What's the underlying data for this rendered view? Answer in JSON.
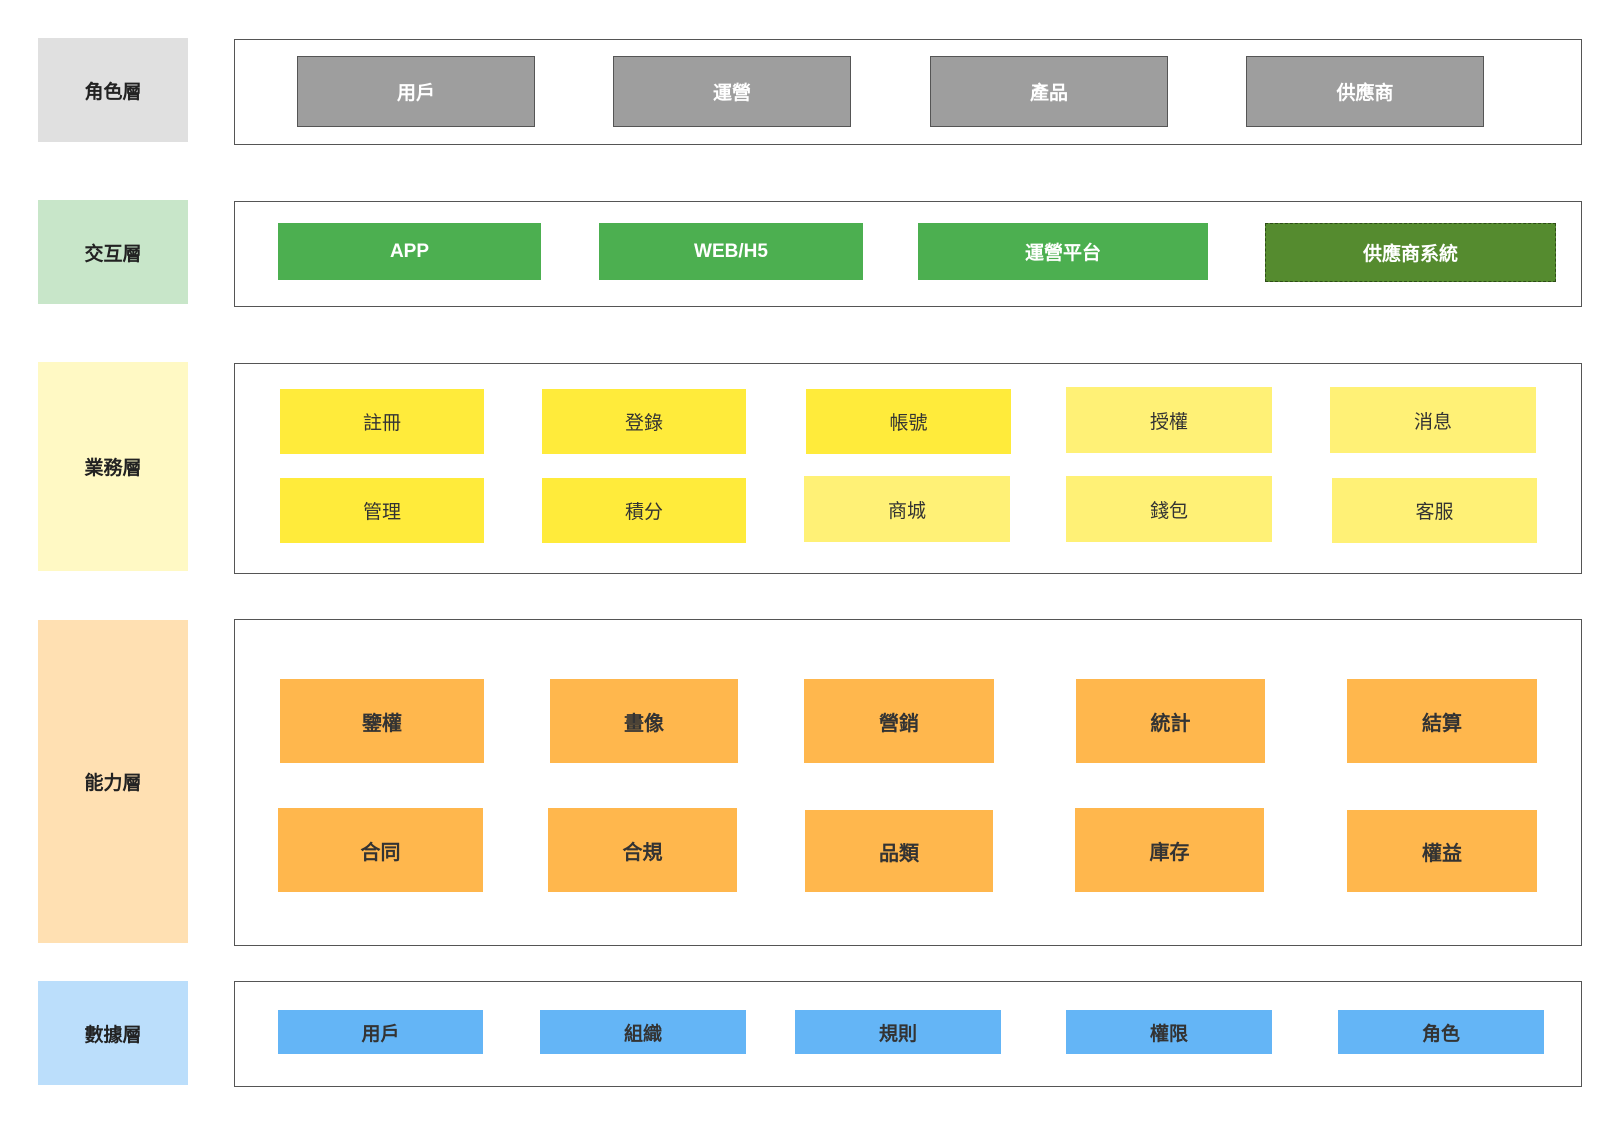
{
  "colors": {
    "role_label_bg": "#e0e0e0",
    "interaction_label_bg": "#c8e6c9",
    "business_label_bg": "#fff9c4",
    "capability_label_bg": "#ffe0b2",
    "data_label_bg": "#bbdefb",
    "role_box": "#9e9e9e",
    "interaction_box": "#4caf50",
    "interaction_box_dark": "#558b2f",
    "business_bright": "#ffeb3b",
    "business_light": "#fff176",
    "capability_box": "#ffb74d",
    "data_box": "#64b5f6"
  },
  "layers": {
    "role": {
      "label": "角色層",
      "items": [
        "用戶",
        "運營",
        "產品",
        "供應商"
      ]
    },
    "interaction": {
      "label": "交互層",
      "items": [
        "APP",
        "WEB/H5",
        "運營平台",
        "供應商系統"
      ]
    },
    "business": {
      "label": "業務層",
      "row1": [
        "註冊",
        "登錄",
        "帳號",
        "授權",
        "消息"
      ],
      "row2": [
        "管理",
        "積分",
        "商城",
        "錢包",
        "客服"
      ]
    },
    "capability": {
      "label": "能力層",
      "row1": [
        "鑒權",
        "畫像",
        "營銷",
        "統計",
        "結算"
      ],
      "row2": [
        "合同",
        "合規",
        "品類",
        "庫存",
        "權益"
      ]
    },
    "data": {
      "label": "數據層",
      "items": [
        "用戶",
        "組織",
        "規則",
        "權限",
        "角色"
      ]
    }
  }
}
